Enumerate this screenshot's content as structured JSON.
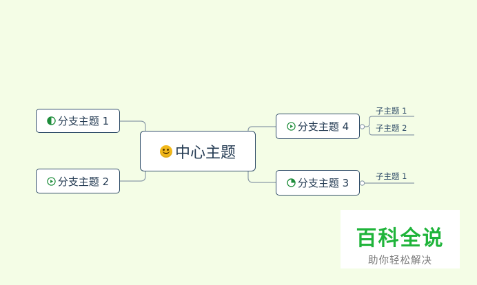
{
  "central": {
    "label": "中心主题",
    "icon": "smiley-emoji-icon"
  },
  "branches": [
    {
      "label": "分支主题 1",
      "icon": "half-circle-progress-icon"
    },
    {
      "label": "分支主题 2",
      "icon": "play-circle-icon"
    },
    {
      "label": "分支主题 4",
      "icon": "play-circle-icon"
    },
    {
      "label": "分支主题 3",
      "icon": "quarter-circle-progress-icon"
    }
  ],
  "subtopics": {
    "branch4": [
      {
        "label": "子主题 1"
      },
      {
        "label": "子主题 2"
      }
    ],
    "branch3": [
      {
        "label": "子主题 1"
      }
    ]
  },
  "watermark": {
    "title": "百科全说",
    "subtitle": "助你轻松解决"
  },
  "colors": {
    "background": "#f4fde6",
    "node_border": "#2f4c68",
    "connector": "#8a9aa8",
    "watermark_green": "#1fb43a"
  }
}
